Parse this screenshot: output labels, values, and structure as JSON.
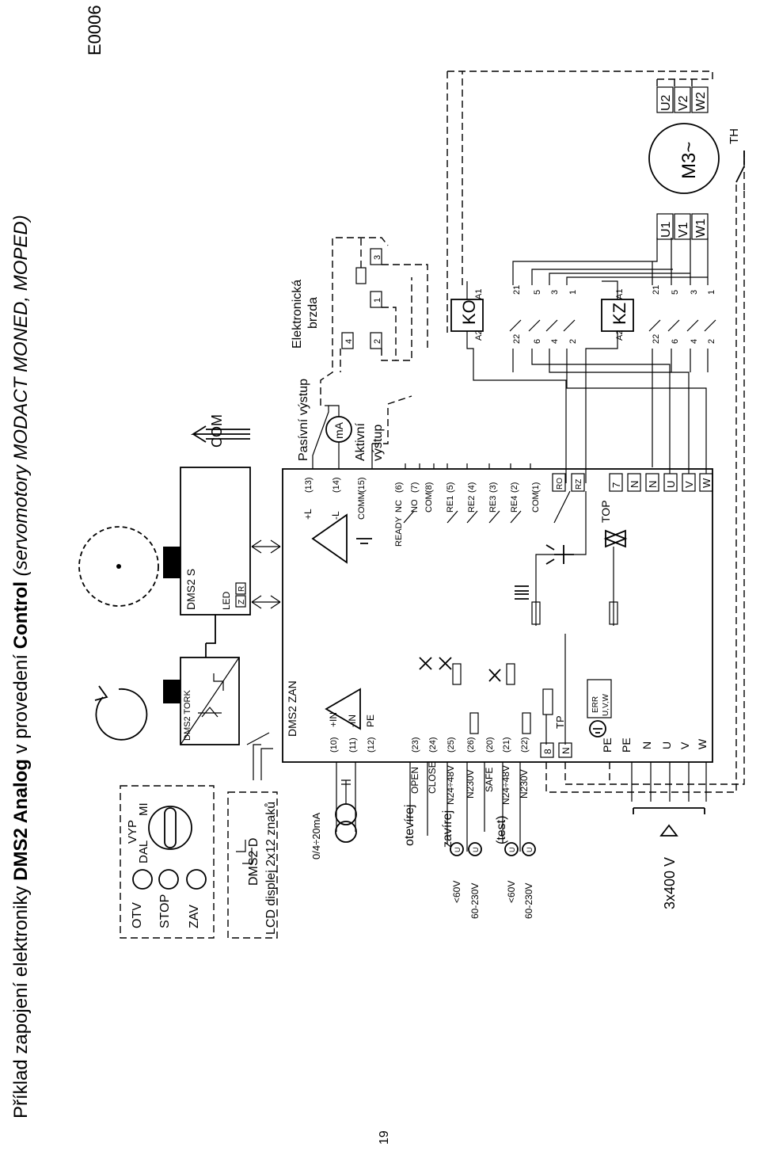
{
  "title": {
    "prefix": "Příklad zapojení elektroniky ",
    "bold1": "DMS2 Analog",
    "middle": " v provedení ",
    "bold2": "Control",
    "suffix": " (servomotory MODACT MONED, MOPED)"
  },
  "code": "E0006",
  "page_number": "19",
  "control_panel": {
    "labels": [
      "OTV",
      "STOP",
      "ZAV",
      "DAL",
      "VYP",
      "MI"
    ]
  },
  "display": {
    "name": "DMS2 D",
    "desc": "LCD displej 2x12 znaků"
  },
  "modules": {
    "tork": "DMS2 TORK",
    "s": "DMS2 S",
    "led": "LED",
    "led_z": "Z",
    "led_r": "R",
    "zan": "DMS2 ZAN",
    "com": "COM"
  },
  "analog_in": {
    "source": "0/4÷20mA",
    "pins": [
      {
        "num": "(10)",
        "name": "+IN"
      },
      {
        "num": "(11)",
        "name": "-IN"
      },
      {
        "num": "(12)",
        "name": "PE"
      }
    ]
  },
  "outputs": {
    "pins": [
      {
        "name": "+L",
        "num": "(13)"
      },
      {
        "name": "-L",
        "num": "(14)"
      },
      {
        "name": "COMM",
        "num": "(15)"
      }
    ],
    "passive": "Pasívní výstup",
    "ma": "mA",
    "active1": "Aktivní",
    "active2": "výstup"
  },
  "brake": {
    "line1": "Elektronická",
    "line2": "brzda",
    "terms": [
      "4",
      "2",
      "1",
      "3"
    ]
  },
  "inputs": {
    "pins": [
      {
        "label": "OPEN",
        "num": "(23)"
      },
      {
        "label": "CLOSE",
        "num": "(24)"
      },
      {
        "label": "N24÷48V",
        "num": "(25)"
      },
      {
        "label": "N230V",
        "num": "(26)"
      },
      {
        "label": "SAFE",
        "num": "(20)"
      },
      {
        "label": "N24÷48V",
        "num": "(21)"
      },
      {
        "label": "N230V",
        "num": "(22)"
      }
    ],
    "open_label": "otevírej",
    "close_label": "zavírej",
    "test_label": "(test)",
    "u_sym": "U",
    "v1": "<60V",
    "v2": "60-230V",
    "v3": "<60V",
    "v4": "60-230V"
  },
  "relays": {
    "ready": "READY",
    "pins": [
      {
        "name": "NC",
        "num": "(6)"
      },
      {
        "name": "NO",
        "num": "(7)"
      },
      {
        "name": "COM",
        "num": "(8)"
      },
      {
        "name": "RE1",
        "num": "(5)"
      },
      {
        "name": "RE2",
        "num": "(4)"
      },
      {
        "name": "RE3",
        "num": "(3)"
      },
      {
        "name": "RE4",
        "num": "(2)"
      },
      {
        "name": "COM",
        "num": "(1)"
      }
    ]
  },
  "power": {
    "tp": "TP",
    "tp_terms": [
      "8",
      "N"
    ],
    "right_terms": [
      "RO",
      "RZ",
      "TOP",
      "7",
      "N",
      "N",
      "U",
      "V",
      "W"
    ],
    "left_terms": [
      "PE",
      "PE",
      "N",
      "U",
      "V",
      "W"
    ],
    "err": "ERR",
    "uvw": "U,V,W",
    "supply": "3x400 V"
  },
  "contactors": [
    {
      "name": "KO",
      "a2": "A2",
      "a1": "A1",
      "top": [
        "22",
        "6",
        "4",
        "2"
      ],
      "bot": [
        "21",
        "5",
        "3",
        "1"
      ]
    },
    {
      "name": "KZ",
      "a2": "A2",
      "a1": "A1",
      "top": [
        "22",
        "6",
        "4",
        "2"
      ],
      "bot": [
        "21",
        "5",
        "3",
        "1"
      ]
    }
  ],
  "motor": {
    "label": "M3~",
    "left": [
      "U1",
      "V1",
      "W1"
    ],
    "right": [
      "U2",
      "V2",
      "W2"
    ],
    "th": "TH"
  }
}
